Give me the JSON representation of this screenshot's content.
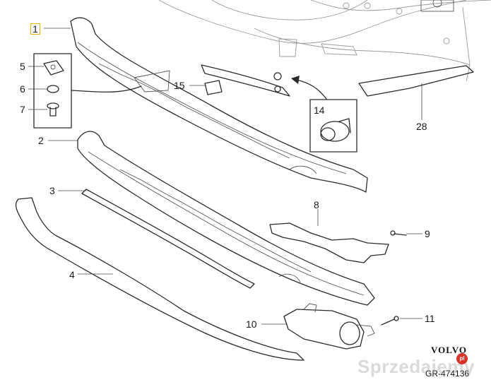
{
  "callouts": {
    "c1": "1",
    "c2": "2",
    "c3": "3",
    "c4": "4",
    "c5": "5",
    "c6": "6",
    "c7": "7",
    "c8": "8",
    "c9": "9",
    "c10": "10",
    "c11": "11",
    "c14": "14",
    "c15": "15",
    "c28": "28"
  },
  "brand": "VOLVO",
  "reference": "GR-474136",
  "watermark": {
    "text": "Sprzedajemy",
    "suffix": "pl"
  },
  "colors": {
    "line": "#2b2b2b",
    "highlight_box": "#e3b400",
    "watermark_badge": "#d9342b"
  }
}
